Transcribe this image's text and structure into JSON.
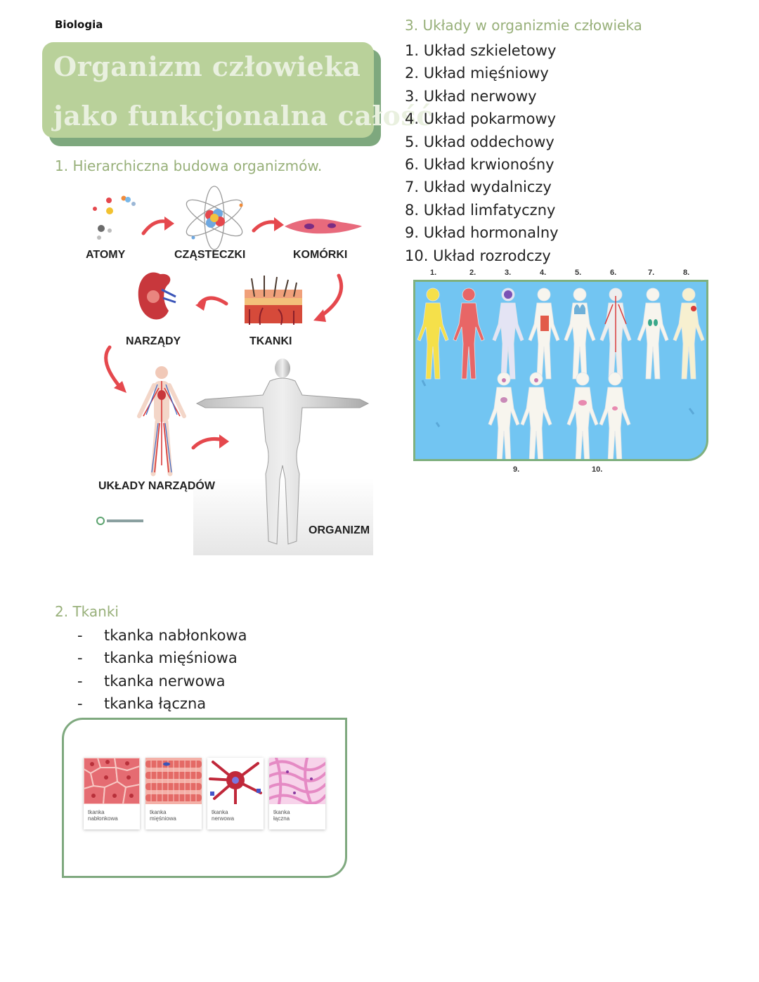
{
  "subject": "Biologia",
  "title": {
    "line1": "Organizm człowieka",
    "line2": "jako funkcjonalna całość"
  },
  "section1": {
    "heading": "1. Hierarchiczna budowa organizmów.",
    "diagram": {
      "labels": {
        "atoms": "ATOMY",
        "molecules": "CZĄSTECZKI",
        "cells": "KOMÓRKI",
        "organs": "NARZĄDY",
        "tissues": "TKANKI",
        "organ_systems": "UKŁADY NARZĄDÓW",
        "organism": "ORGANIZM"
      }
    }
  },
  "section2": {
    "heading": "2. Tkanki",
    "items": [
      "tkanka nabłonkowa",
      "tkanka mięśniowa",
      "tkanka nerwowa",
      "tkanka łączna"
    ],
    "dash": "-",
    "cards": [
      {
        "line1": "tkanka",
        "line2": "nabłonkowa",
        "color": "#e8787a"
      },
      {
        "line1": "tkanka",
        "line2": "mięśniowa",
        "color": "#e46a66"
      },
      {
        "line1": "tkanka",
        "line2": "nerwowa",
        "color": "#c0283a"
      },
      {
        "line1": "tkanka",
        "line2": "łączna",
        "color": "#e58ac4"
      }
    ]
  },
  "section3": {
    "heading": "3. Układy w organizmie człowieka",
    "items": [
      "1. Układ szkieletowy",
      "2. Układ mięśniowy",
      "3. Układ nerwowy",
      "4. Układ pokarmowy",
      "5. Układ oddechowy",
      "6. Układ krwionośny",
      "7. Układ wydalniczy",
      "8. Układ limfatyczny",
      "9. Układ hormonalny",
      "10. Układ rozrodczy"
    ],
    "panel": {
      "top_numbers": [
        "1.",
        "2.",
        "3.",
        "4.",
        "5.",
        "6.",
        "7.",
        "8."
      ],
      "bottom_numbers": [
        "9.",
        "10."
      ],
      "background": "#72c5f2"
    }
  },
  "colors": {
    "accent_green": "#98b07a",
    "card_green": "#b9d19a",
    "border_green": "#7fa97f",
    "arrow_red": "#e5484d"
  }
}
